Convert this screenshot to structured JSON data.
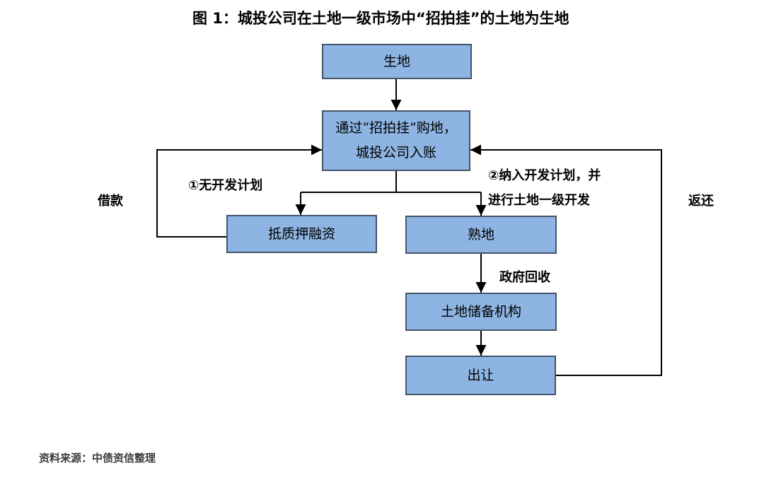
{
  "title": "图 1：城投公司在土地一级市场中“招拍挂”的土地为生地",
  "source_note": "资料来源：中债资信整理",
  "colors": {
    "box_fill": "#8DB4E2",
    "box_border": "#44546A",
    "line_color": "#000000",
    "text_color": "#000000"
  },
  "nodes": {
    "raw_land": "生地",
    "purchase": "通过“招拍挂”购地，城投公司入账",
    "mortgage_financing": "抵质押融资",
    "developed_land": "熟地",
    "land_reserve_agency": "土地储备机构",
    "transfer": "出让"
  },
  "edge_labels": {
    "loan": "借款",
    "no_dev_plan": "①无开发计划",
    "dev_plan_line1": "②纳入开发计划，并",
    "dev_plan_line2": "进行土地一级开发",
    "gov_reclaim": "政府回收",
    "return": "返还"
  }
}
